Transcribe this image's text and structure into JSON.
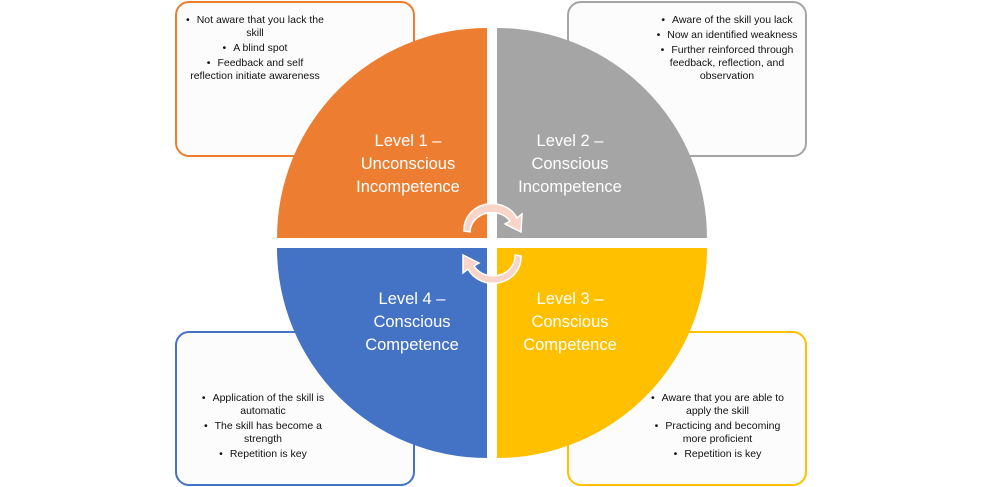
{
  "colors": {
    "level1": "#ED7D31",
    "level2": "#A5A5A5",
    "level3": "#FFC000",
    "level4": "#4472C4",
    "arrow": "#F8D5C8"
  },
  "quadrants": [
    {
      "title": [
        "Level 1 –",
        "Unconscious",
        "Incompetence"
      ],
      "notes": [
        "Not aware that you lack the skill",
        "A blind spot",
        "Feedback and self reflection initiate awareness"
      ]
    },
    {
      "title": [
        "Level 2 –",
        "Conscious",
        "Incompetence"
      ],
      "notes": [
        "Aware of the skill you lack",
        "Now an identified weakness",
        "Further reinforced through feedback, reflection, and observation"
      ]
    },
    {
      "title": [
        "Level 3 –",
        "Conscious",
        "Competence"
      ],
      "notes": [
        "Aware that you are able to apply the skill",
        "Practicing and becoming more proficient",
        "Repetition is key"
      ]
    },
    {
      "title": [
        "Level 4 –",
        "Conscious",
        "Competence"
      ],
      "notes": [
        "Application of the skill is automatic",
        "The skill has become a strength",
        "Repetition is key"
      ]
    }
  ]
}
